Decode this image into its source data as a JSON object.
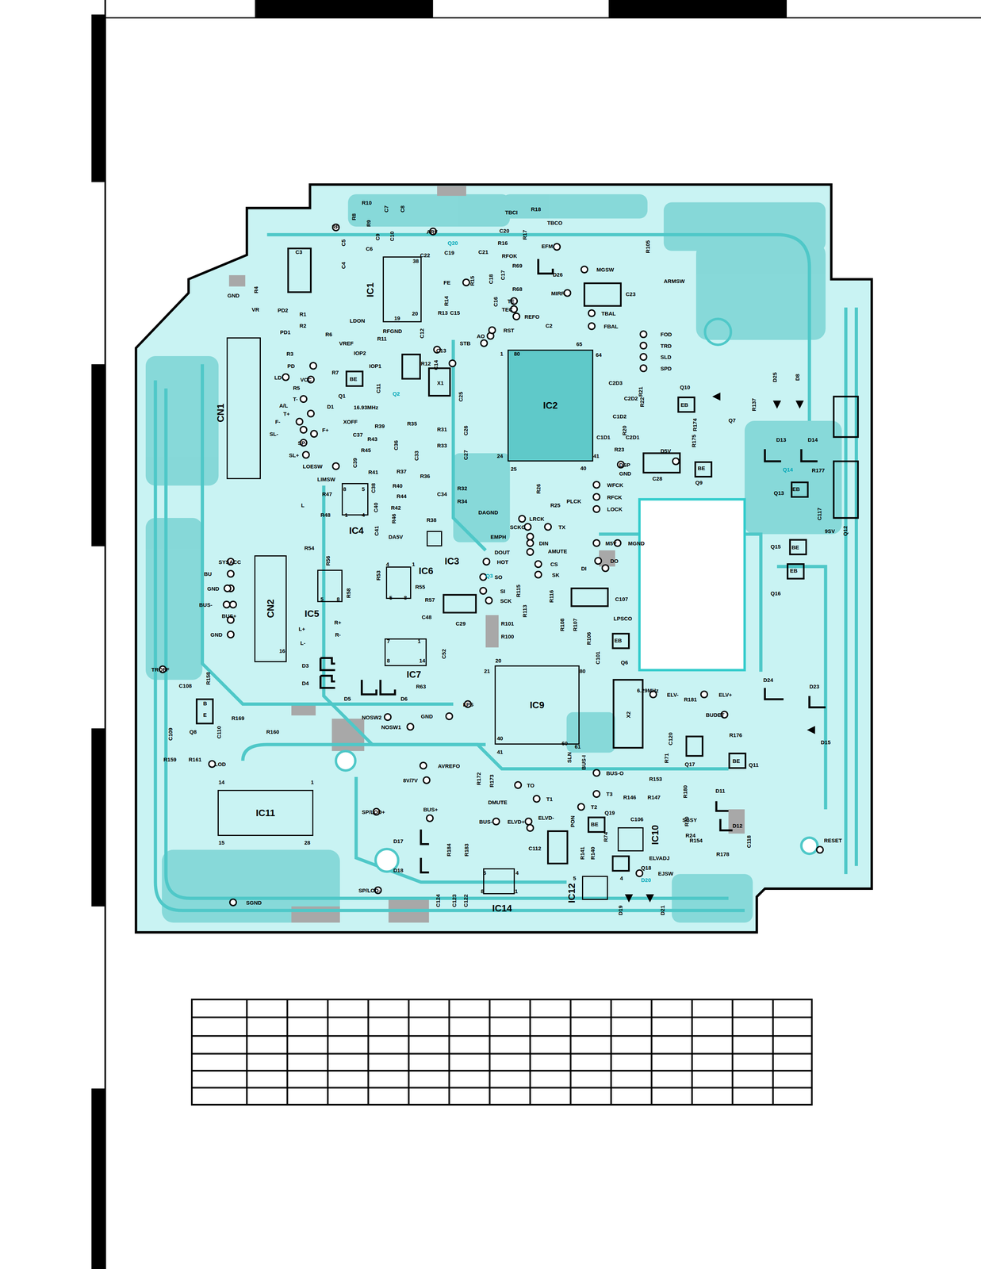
{
  "diagram": {
    "nodes": [
      {
        "text": [
          "IC1"
        ]
      },
      {
        "text": [
          "CN1"
        ]
      },
      {
        "text": [
          "IC2"
        ]
      },
      {
        "text": [
          "IC4"
        ]
      },
      {
        "text": [
          "IC3"
        ]
      },
      {
        "text": [
          "CN2"
        ]
      },
      {
        "text": [
          "IC5"
        ]
      },
      {
        "text": [
          "IC6"
        ]
      },
      {
        "text": [
          "IC7"
        ]
      },
      {
        "text": [
          "IC9"
        ]
      },
      {
        "text": [
          "IC11"
        ]
      },
      {
        "text": [
          "IC10"
        ]
      },
      {
        "text": [
          "IC14"
        ]
      },
      {
        "text": [
          "IC12"
        ]
      }
    ],
    "labels": [
      "R10",
      "R8",
      "R9",
      "C7",
      "C8",
      "RF",
      "C5",
      "C6",
      "C9",
      "C10",
      "ARF",
      "C22",
      "C19",
      "TBCI",
      "R18",
      "TBCO",
      "C20",
      "R17",
      "R16",
      "EFM",
      "C21",
      "RFOK",
      "R105",
      "MGSW",
      "ARMSW",
      "D26",
      "R69",
      "C3",
      "C4",
      "38",
      "GND",
      "R4",
      "FE",
      "C17",
      "C18",
      "R15",
      "R68",
      "MIRR",
      "C23",
      "R14",
      "C16",
      "TE",
      "TEC",
      "REFO",
      "R13",
      "C15",
      "TBAL",
      "C2",
      "FBAL",
      "VR",
      "PD2",
      "R1",
      "LDON",
      "19",
      "20",
      "R2",
      "PD1",
      "RFGND",
      "C12",
      "STB",
      "AO",
      "RST",
      "R6",
      "VREF",
      "R3",
      "IOP2",
      "R11",
      "C13",
      "C14",
      "IOP1",
      "R12",
      "FOD",
      "TRD",
      "SLD",
      "SPD",
      "PD",
      "LD",
      "VCC",
      "R7",
      "BE",
      "C11",
      "X1",
      "C25",
      "C2D3",
      "R21",
      "Q10",
      "EB",
      "D25",
      "D8",
      "R5",
      "Q1",
      "T-",
      "A/L",
      "D1",
      "16.93MHz",
      "C2D2",
      "R22",
      "R137",
      "Q7",
      "T+",
      "F-",
      "XOFF",
      "R39",
      "R35",
      "R31",
      "C1D2",
      "R20",
      "R174",
      "C1D1",
      "C2D1",
      "SL-",
      "F+",
      "C37",
      "R43",
      "C36",
      "R33",
      "C26",
      "SP-",
      "SL+",
      "R45",
      "C39",
      "C27",
      "R23",
      "D5V",
      "R175",
      "D13",
      "D14",
      "LOESW",
      "C33",
      "R41",
      "R37",
      "R36",
      "24",
      "25",
      "40",
      "41",
      "1",
      "80",
      "65",
      "64",
      "DSP",
      "GND",
      "C28",
      "Q9",
      "BE",
      "R177",
      "LIMSW",
      "8",
      "5",
      "C38",
      "R40",
      "R32",
      "Q13",
      "EB",
      "C34",
      "R44",
      "R34",
      "R26",
      "WFCK",
      "RFCK",
      "PLCK",
      "LOCK",
      "R47",
      "C40",
      "R42",
      "R25",
      "R46",
      "R38",
      "DAGND",
      "R48",
      "1",
      "4",
      "L",
      "C41",
      "LRCK",
      "SCKO",
      "TX",
      "DA5V",
      "C117",
      "9SV",
      "Q12",
      "EMPH",
      "DIN",
      "M5V",
      "MGND",
      "DOUT",
      "AMUTE",
      "Q15",
      "BE",
      "R54",
      "SYSACC",
      "BU",
      "HOT",
      "CS",
      "SK",
      "DO",
      "R56",
      "4",
      "1",
      "R53",
      "SO",
      "DI",
      "Q16",
      "EB",
      "GND",
      "5",
      "8",
      "5",
      "8",
      "R55",
      "SI",
      "R115",
      "R116",
      "C107",
      "BUS-",
      "SCK",
      "R57",
      "R58",
      "R113",
      "BUS+",
      "R+",
      "C48",
      "C29",
      "R101",
      "R108",
      "R107",
      "LPSCO",
      "L+",
      "R-",
      "R100",
      "R106",
      "GND",
      "L-",
      "7",
      "1",
      "Q6",
      "EB",
      "8",
      "14",
      "C52",
      "16",
      "C101",
      "TROFF",
      "R158",
      "C108",
      "D3",
      "D4",
      "R63",
      "20",
      "21",
      "80",
      "ELV-",
      "ELV+",
      "D24",
      "D23",
      "6.29MHz",
      "X2",
      "D5",
      "D6",
      "R181",
      "BUDET",
      "D15",
      "LPS",
      "R169",
      "E",
      "B",
      "Q8",
      "NOSW2",
      "NOSW1",
      "GND",
      "C110",
      "R160",
      "C109",
      "R176",
      "C120",
      "40",
      "41",
      "60",
      "61",
      "R159",
      "R161",
      "LOD",
      "Q17",
      "Q11",
      "BE",
      "R71",
      "SLN",
      "BUS-I",
      "AVREFO",
      "BUS-O",
      "R153",
      "8V/7V",
      "R172",
      "R173",
      "14",
      "1",
      "TO",
      "T1",
      "R146",
      "R147",
      "R180",
      "DMUTE",
      "T3",
      "D11",
      "T2",
      "Q19",
      "R70",
      "SBSY",
      "SP/LOD+",
      "BUS+",
      "BUS-",
      "ELVD+",
      "ELVD-",
      "PON",
      "BE",
      "C106",
      "D12",
      "R74",
      "R24",
      "C118",
      "R154",
      "R178",
      "RESET",
      "15",
      "28",
      "D17",
      "R184",
      "R183",
      "C112",
      "R141",
      "R140",
      "ELVADJ",
      "Q18",
      "D18",
      "5",
      "4",
      "5",
      "4",
      "EJSW",
      "SP/LOD-",
      "8",
      "1",
      "SGND",
      "C124",
      "C123",
      "C122",
      "D19",
      "D21",
      "Q2",
      "Q20",
      "Q3",
      "Q14",
      "D20"
    ]
  }
}
